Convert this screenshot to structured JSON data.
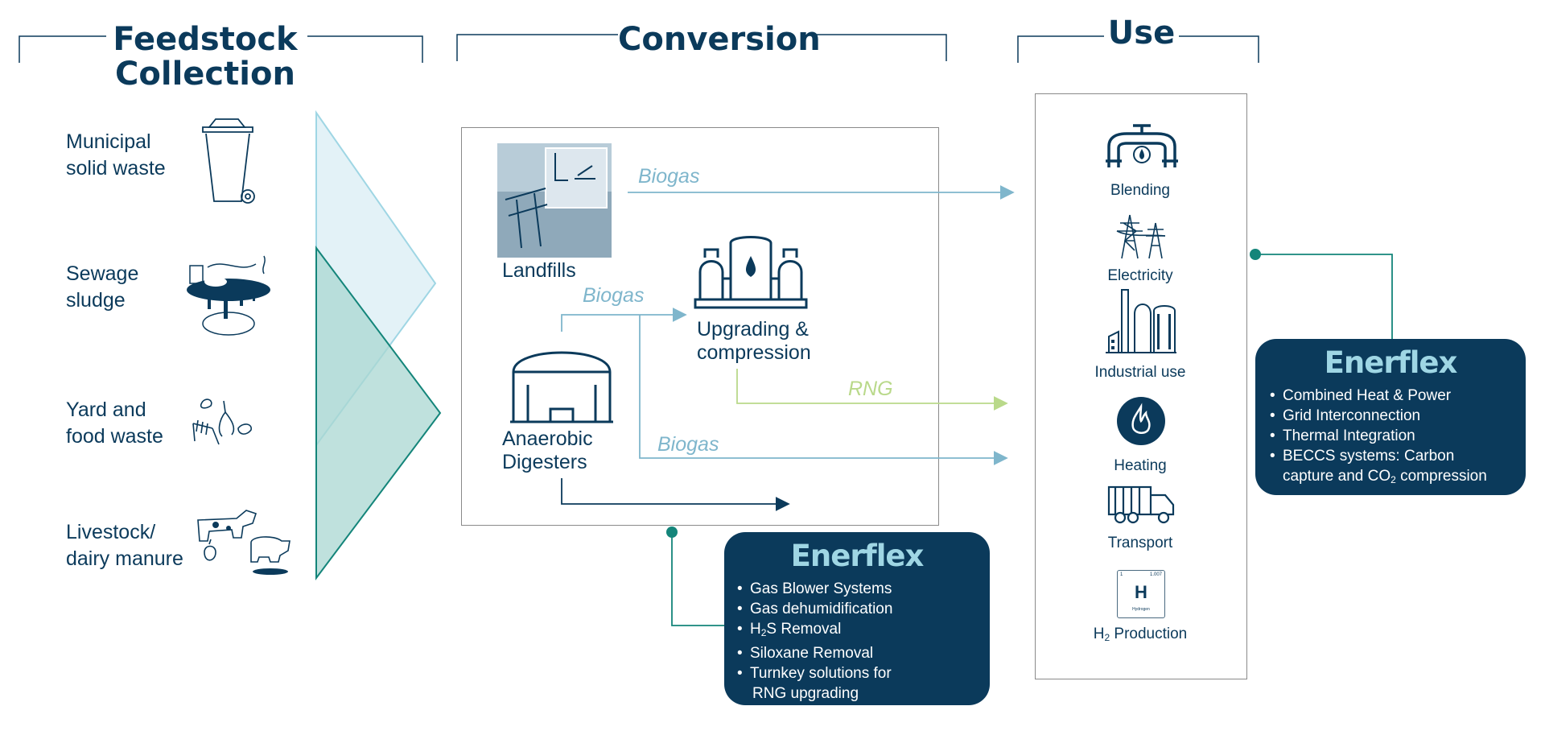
{
  "headers": {
    "feedstock_line1": "Feedstock",
    "feedstock_line2": "Collection",
    "conversion": "Conversion",
    "use": "Use"
  },
  "feedstock": [
    {
      "line1": "Municipal",
      "line2": "solid waste",
      "icon": "trash-bin-icon"
    },
    {
      "line1": "Sewage",
      "line2": "sludge",
      "icon": "sewage-sludge-icon"
    },
    {
      "line1": "Yard and",
      "line2": "food waste",
      "icon": "food-waste-icon"
    },
    {
      "line1": "Livestock/",
      "line2": "dairy manure",
      "icon": "livestock-icon"
    }
  ],
  "conversion": {
    "landfills": "Landfills",
    "digesters_line1": "Anaerobic",
    "digesters_line2": "Digesters",
    "upgrading_line1": "Upgrading &",
    "upgrading_line2": "compression",
    "flow_biogas": "Biogas",
    "flow_rng": "RNG"
  },
  "uses": [
    {
      "label": "Blending",
      "icon": "pipe-blending-icon"
    },
    {
      "label": "Electricity",
      "icon": "power-tower-icon"
    },
    {
      "label": "Industrial use",
      "icon": "factory-icon"
    },
    {
      "label": "Heating",
      "icon": "flame-icon"
    },
    {
      "label": "Transport",
      "icon": "truck-icon"
    },
    {
      "label_main": "H",
      "label_sub": "2",
      "label_rest": " Production",
      "icon": "hydrogen-element-icon",
      "element_symbol": "H",
      "element_number": "1",
      "element_mass": "1.007",
      "element_name": "Hydrogen"
    }
  ],
  "panel_conversion": {
    "logo": "Enerflex",
    "items": [
      {
        "text": "Gas Blower Systems"
      },
      {
        "text": "Gas dehumidification"
      },
      {
        "pre": "H",
        "sub": "2",
        "post": "S Removal"
      },
      {
        "text": "Siloxane Removal"
      },
      {
        "text": "Turnkey solutions for"
      },
      {
        "text": "RNG upgrading",
        "continuation": true
      }
    ]
  },
  "panel_use": {
    "logo": "Enerflex",
    "items": [
      {
        "text": "Combined Heat & Power"
      },
      {
        "text": "Grid Interconnection"
      },
      {
        "text": "Thermal Integration"
      },
      {
        "text": "BECCS systems: Carbon"
      },
      {
        "pre": "capture and CO",
        "sub": "2",
        "post": " compression",
        "continuation": true
      }
    ]
  },
  "colors": {
    "navy": "#0b3a5b",
    "biogas": "#7fb6cc",
    "rng": "#b9d98a",
    "teal": "#14857a",
    "chevron_light": "#e3f2f7",
    "chevron_teal": "#a9d7d2",
    "logo": "#9fd6e4"
  }
}
